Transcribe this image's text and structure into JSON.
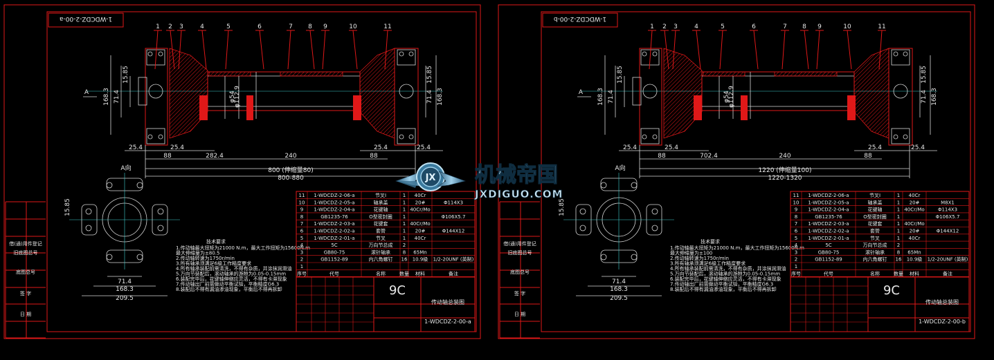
{
  "watermark": {
    "title": "机械帝国",
    "url": "JXDIGUO.COM",
    "logo_letters": "JX"
  },
  "sheets": [
    {
      "id": "a",
      "drawing_no": "1-WDCDZ-2-00-a",
      "balloons": [
        "1",
        "2",
        "3",
        "4",
        "5",
        "6",
        "7",
        "8",
        "9",
        "10",
        "11"
      ],
      "dims": {
        "h1": "168.3",
        "h2": "71.4",
        "h3": "15.85",
        "h4": "φ112.9",
        "h5": "φ54",
        "b1": "25.4",
        "b2": "25.4",
        "b3": "88",
        "b4": "282.4",
        "b5": "240",
        "b6": "25.4",
        "b7": "88",
        "b8": "25.4",
        "len": "800 (伸缩量80)",
        "range": "800-880",
        "av1": "15.85",
        "av2": "71.4",
        "av3": "168.3",
        "av4": "209.5"
      },
      "section_label": "A",
      "view_label": "A向",
      "bom": [
        [
          "11",
          "1-WDCDZ-2-06-a",
          "节叉I",
          "1",
          "40Cr",
          ""
        ],
        [
          "10",
          "1-WDCDZ-2-05-a",
          "轴承盖",
          "1",
          "20#",
          "Φ114X3"
        ],
        [
          "9",
          "1-WDCDZ-2-04-a",
          "花键轴",
          "1",
          "40Cr/Mo",
          ""
        ],
        [
          "8",
          "GB1235-76",
          "O型密封圈",
          "1",
          "",
          "Φ106X5.7"
        ],
        [
          "7",
          "1-WDCDZ-2-03-a",
          "花键套",
          "1",
          "40Cr/Mo",
          ""
        ],
        [
          "6",
          "1-WDCDZ-2-02-a",
          "套管",
          "1",
          "20#",
          "Φ144X12"
        ],
        [
          "5",
          "1-WDCDZ-2-01-a",
          "节叉",
          "1",
          "40Cr",
          ""
        ],
        [
          "4",
          "5C",
          "万向节总成",
          "2",
          "",
          ""
        ],
        [
          "3",
          "GB80-75",
          "滚针轴承",
          "8",
          "65Mn",
          ""
        ],
        [
          "2",
          "GB1152-89",
          "内六角螺钉",
          "16",
          "10.9级",
          "1/2-20UNF (英制)"
        ],
        [
          "1",
          "",
          "",
          "",
          "",
          ""
        ]
      ],
      "bom_head": [
        "序号",
        "代号",
        "名称",
        "数量",
        "材料",
        "备注"
      ],
      "grade": "9C",
      "title_name": "传动轴总装图",
      "notes_title": "技术要求",
      "notes": [
        "1.传动轴最大扭矩为21000 N.m，最大工作扭矩为15600N.m",
        "最大伸缩量为±80.5",
        "2.传动轴转速为1750r/min",
        "3.所有轴承须满足6级工作精度要求",
        "4.所有轴承装配前需清洗，不得有杂质，并涂抹润滑油",
        "5.万向节装配后，滚动轴承的游隙为0.05-0.15mm",
        "6.装配完毕后，花键轴伸缩应灵活，不得有卡滞现象",
        "7.传动轴出厂前需做动平衡试验，平衡精度G6.3",
        "8.装配后不得有漏油渗油现象，平衡后不得再拆卸"
      ],
      "side_labels": [
        "借(通)用件登记",
        "旧底图总号",
        "底图总号",
        "签 字",
        "日 期"
      ]
    },
    {
      "id": "b",
      "drawing_no": "1-WDCDZ-2-00-b",
      "balloons": [
        "1",
        "2",
        "3",
        "4",
        "5",
        "6",
        "7",
        "8",
        "9",
        "10",
        "11"
      ],
      "dims": {
        "h1": "168.3",
        "h2": "71.4",
        "h3": "15.85",
        "h4": "φ112.9",
        "h5": "φ54",
        "b1": "25.4",
        "b2": "25.4",
        "b3": "88",
        "b4": "702.4",
        "b5": "240",
        "b6": "25.4",
        "b7": "88",
        "b8": "25.4",
        "len": "1220 (伸缩量100)",
        "range": "1220-1320",
        "av1": "15.85",
        "av2": "71.4",
        "av3": "168.3",
        "av4": "209.5"
      },
      "section_label": "A",
      "view_label": "A向",
      "bom": [
        [
          "11",
          "1-WDCDZ-2-06-a",
          "节叉I",
          "1",
          "40Cr",
          ""
        ],
        [
          "10",
          "1-WDCDZ-2-05-a",
          "轴承盖",
          "1",
          "20#",
          "M8X1"
        ],
        [
          "9",
          "1-WDCDZ-2-04-a",
          "花键轴",
          "1",
          "40Cr/Mo",
          "Φ114X3"
        ],
        [
          "8",
          "GB1235-76",
          "O型密封圈",
          "1",
          "",
          "Φ106X5.7"
        ],
        [
          "7",
          "1-WDCDZ-2-03-a",
          "花键套",
          "1",
          "40Cr/Mo",
          ""
        ],
        [
          "6",
          "1-WDCDZ-2-02-a",
          "套管",
          "1",
          "20#",
          "Φ144X12"
        ],
        [
          "5",
          "1-WDCDZ-2-01-a",
          "节叉",
          "1",
          "40Cr",
          ""
        ],
        [
          "4",
          "5C",
          "万向节总成",
          "2",
          "",
          ""
        ],
        [
          "3",
          "GB80-75",
          "滚针轴承",
          "8",
          "65Mn",
          ""
        ],
        [
          "2",
          "GB1152-89",
          "内六角螺钉",
          "16",
          "10.9级",
          "1/2-20UNF (英制)"
        ],
        [
          "1",
          "",
          "",
          "",
          "",
          ""
        ]
      ],
      "bom_head": [
        "序号",
        "代号",
        "名称",
        "数量",
        "材料",
        "备注"
      ],
      "grade": "9C",
      "title_name": "传动轴总装图",
      "notes_title": "技术要求",
      "notes": [
        "1.传动轴最大扭矩为21000 N.m，最大工作扭矩为15600N.m",
        "最大伸缩量为±100",
        "2.传动轴转速为1750r/min",
        "3.所有轴承须满足6级工作精度要求",
        "4.所有轴承装配前需清洗，不得有杂质，并涂抹润滑油",
        "5.万向节装配后，滚动轴承的游隙为0.05-0.15mm",
        "6.装配完毕后，花键轴伸缩应灵活，不得有卡滞现象",
        "7.传动轴出厂前需做动平衡试验，平衡精度G6.3",
        "8.装配后不得有漏油渗油现象，平衡后不得再拆卸"
      ],
      "side_labels": [
        "借(通)用件登记",
        "旧底图总号",
        "底图总号",
        "签 字",
        "日 期"
      ]
    }
  ]
}
